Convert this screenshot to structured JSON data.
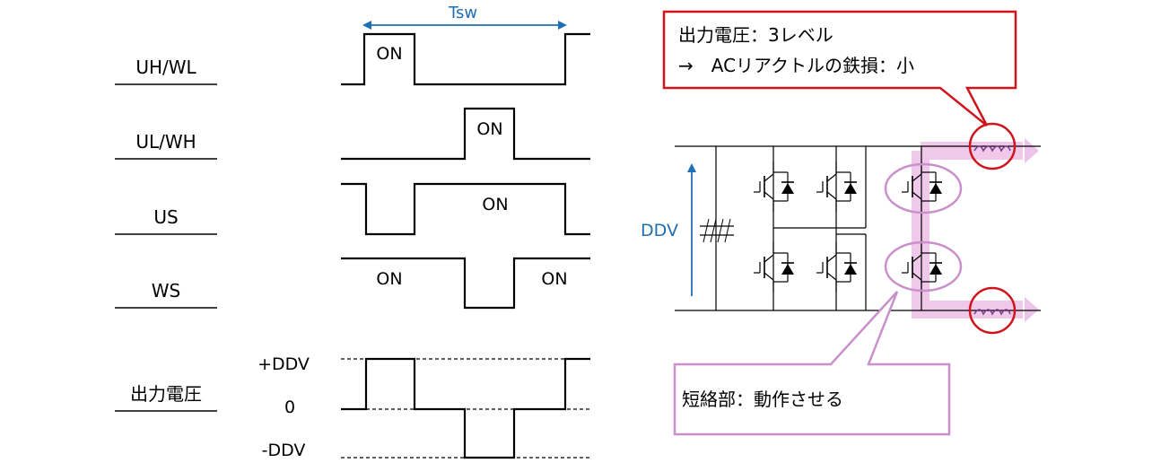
{
  "timing": {
    "period_label": "Tsw",
    "signals": [
      {
        "label": "UH/WL",
        "pulse_label": "ON"
      },
      {
        "label": "UL/WH",
        "pulse_label": "ON"
      },
      {
        "label": "US",
        "pulse_label": "ON"
      },
      {
        "label": "WS",
        "pulse_label_left": "ON",
        "pulse_label_right": "ON"
      }
    ],
    "output": {
      "label": "出力電圧",
      "levels": [
        "+DDV",
        "0",
        "-DDV"
      ]
    }
  },
  "circuit": {
    "source_label": "DDV",
    "callout_top": {
      "line1": "出力電圧：3レベル",
      "line2": "→　ACリアクトルの鉄損：小"
    },
    "callout_bottom": "短絡部：動作させる",
    "colors": {
      "accent_blue": "#1f6fb5",
      "callout_red": "#d0141c",
      "highlight_pink": "#e9b5e3",
      "callout_purple": "#c990c9"
    }
  }
}
